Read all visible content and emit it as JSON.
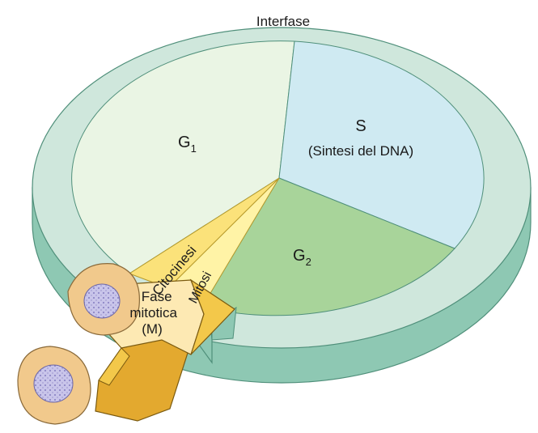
{
  "diagram": {
    "ring_label": "Interfase",
    "phases": {
      "g1": {
        "main": "G",
        "sub": "1"
      },
      "s": {
        "title": "S",
        "subtitle": "(Sintesi del DNA)"
      },
      "g2": {
        "main": "G",
        "sub": "2"
      },
      "citocinesi": "Citocinesi",
      "mitosi": "Mitosi"
    },
    "arrow_label": [
      "Fase",
      "mitotica",
      "(M)"
    ]
  },
  "colors": {
    "ring_top": "#cfe7dc",
    "ring_side": "#8ec8b3",
    "ring_edge": "#4f8f7a",
    "g1": "#eaf5e4",
    "s": "#cfeaf2",
    "g2": "#a8d49a",
    "wedge": "#fff3a6",
    "arrow": "#f3c84a",
    "cell": "#f1c98c",
    "nucleus": "#c7c3e8"
  }
}
